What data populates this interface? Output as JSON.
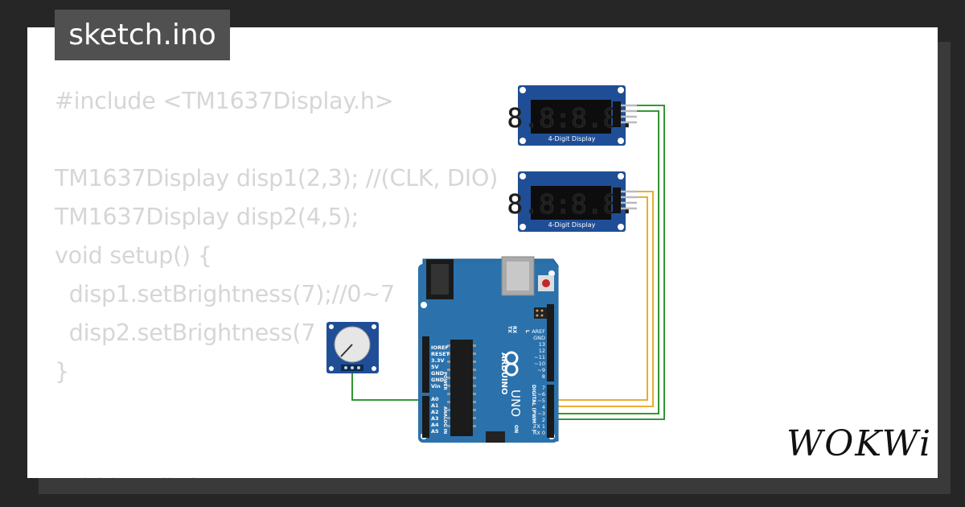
{
  "title": "sketch.ino",
  "code_lines": [
    "#include <TM1637Display.h>",
    "",
    "TM1637Display disp1(2,3); //(CLK, DIO)",
    "TM1637Display disp2(4,5);",
    "void setup() {",
    "  disp1.setBrightness(7);//0~7",
    "  disp2.setBrightness(7",
    "}",
    "",
    "",
    "void loop() {"
  ],
  "displays": [
    {
      "digits": "8.8:8.8.",
      "label": "4-Digit Display"
    },
    {
      "digits": "8.8:8.8.",
      "label": "4-Digit Display"
    }
  ],
  "arduino": {
    "brand": "ARDUINO",
    "model": "UNO",
    "power_pins": [
      "IOREF",
      "RESET",
      "3.3V",
      "5V",
      "GND",
      "GND",
      "Vin"
    ],
    "analog_pins": [
      "A0",
      "A1",
      "A2",
      "A3",
      "A4",
      "A5"
    ],
    "power_label": "POWER",
    "analog_label": "ANALOG IN",
    "digital_top_pins": [
      "AREF",
      "GND",
      "13",
      "12",
      "~11",
      "~10",
      "~9",
      "8"
    ],
    "digital_bottom_pins": [
      "7",
      "~6",
      "~5",
      "4",
      "~3",
      "2",
      "TX 1",
      "RX 0"
    ],
    "digital_label": "DIGITAL (PWM ~)",
    "tx": "TX",
    "rx": "RX",
    "l": "L",
    "on": "ON"
  },
  "wire_colors": {
    "green": "#1a8a1a",
    "orange": "#e8a317"
  },
  "logo": "WOKWi"
}
